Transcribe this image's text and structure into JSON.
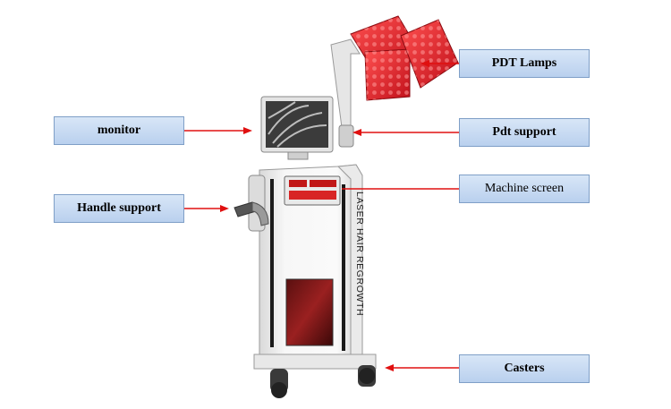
{
  "labels": {
    "pdt_lamps": "PDT Lamps",
    "monitor": "monitor",
    "pdt_support": "Pdt support",
    "machine_screen": "Machine screen",
    "handle_support": "Handle support",
    "casters": "Casters"
  },
  "device": {
    "side_text": "LASER HAIR REGROWTH"
  },
  "colors": {
    "arrow": "#e01010",
    "lamp": "#e8202a",
    "label_fill": "#c7daf2",
    "label_border": "#7f9fc7"
  }
}
